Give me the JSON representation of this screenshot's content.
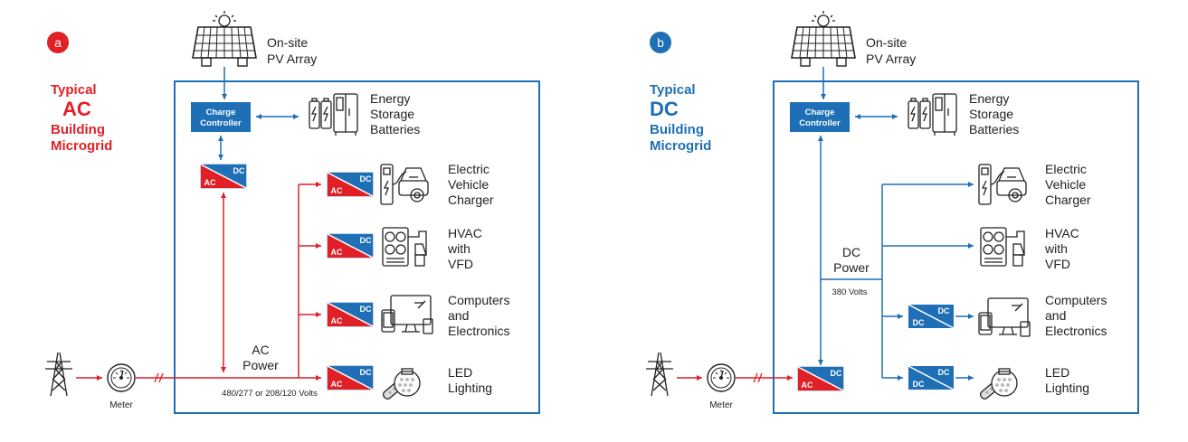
{
  "colors": {
    "red": "#e11f26",
    "blue": "#1e6fb5",
    "black": "#222222",
    "orange": "#f39c12"
  },
  "panel_a": {
    "badge": "a",
    "title_line1": "Typical",
    "title_line2": "AC",
    "title_line3": "Building",
    "title_line4": "Microgrid",
    "pv_line1": "On-site",
    "pv_line2": "PV Array",
    "charge_line1": "Charge",
    "charge_line2": "Controller",
    "storage_line1": "Energy",
    "storage_line2": "Storage",
    "storage_line3": "Batteries",
    "ev_line1": "Electric",
    "ev_line2": "Vehicle",
    "ev_line3": "Charger",
    "hvac_line1": "HVAC",
    "hvac_line2": "with",
    "hvac_line3": "VFD",
    "comp_line1": "Computers",
    "comp_line2": "and",
    "comp_line3": "Electronics",
    "led_line1": "LED",
    "led_line2": "Lighting",
    "power_line1": "AC",
    "power_line2": "Power",
    "voltage": "480/277 or 208/120 Volts",
    "meter": "Meter",
    "conv_dc": "DC",
    "conv_ac": "AC"
  },
  "panel_b": {
    "badge": "b",
    "title_line1": "Typical",
    "title_line2": "DC",
    "title_line3": "Building",
    "title_line4": "Microgrid",
    "pv_line1": "On-site",
    "pv_line2": "PV Array",
    "charge_line1": "Charge",
    "charge_line2": "Controller",
    "storage_line1": "Energy",
    "storage_line2": "Storage",
    "storage_line3": "Batteries",
    "ev_line1": "Electric",
    "ev_line2": "Vehicle",
    "ev_line3": "Charger",
    "hvac_line1": "HVAC",
    "hvac_line2": "with",
    "hvac_line3": "VFD",
    "comp_line1": "Computers",
    "comp_line2": "and",
    "comp_line3": "Electronics",
    "led_line1": "LED",
    "led_line2": "Lighting",
    "power_line1": "DC",
    "power_line2": "Power",
    "voltage": "380 Volts",
    "meter": "Meter",
    "conv_dc": "DC",
    "conv_ac": "AC"
  }
}
